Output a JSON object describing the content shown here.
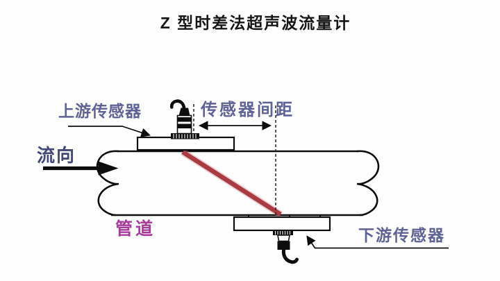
{
  "title": "Z 型时差法超声波流量计",
  "labels": {
    "flow_direction": "流向",
    "upstream_sensor": "上游传感器",
    "sensor_spacing": "传感器间距",
    "downstream_sensor": "下游传感器",
    "pipe": "管道"
  },
  "icons": {
    "upstream_transducer": "upstream-transducer-icon",
    "downstream_transducer": "downstream-transducer-icon",
    "flow_arrow": "flow-direction-arrow-icon",
    "dimension_arrow": "sensor-spacing-dimension-arrow",
    "beam": "ultrasonic-beam-path"
  },
  "colors": {
    "background": "#fefefe",
    "outline": "#0d0d0d",
    "label_text": "#5e6296",
    "flow_label_text": "#434878",
    "pipe_label_text": "#a83a9c",
    "beam_red": "#aa3b42"
  }
}
